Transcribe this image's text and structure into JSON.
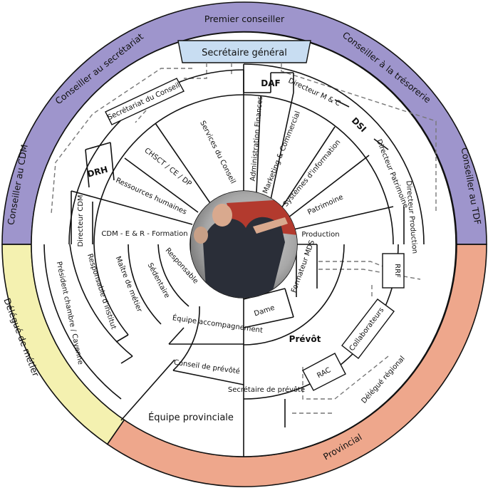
{
  "colors": {
    "top_ring": "#9e95cc",
    "bottom_right_ring": "#eea78c",
    "bottom_left_ring": "#f4f1b0",
    "top_box": "#c8ddf2",
    "lines": "#111111",
    "dashed": "#777777"
  },
  "outer_ring": {
    "premier": "Premier conseiller",
    "secretariat": "Conseiller au secrétariat",
    "tresorerie": "Conseiller à la trésorerie",
    "cdm": "Conseiller au CDM",
    "tdf": "Conseiller au TDF",
    "delegue_metier": "Délégué de métier",
    "provincial": "Provincial"
  },
  "top_box_label": "Secrétaire général",
  "upper": {
    "secretariat_conseil": "Secrétariat du Conseil",
    "services_conseil": "Services du Conseil",
    "chsct": "CHSCT / CE / DP",
    "drh": "DRH",
    "ressources_humaines": "Ressources humaines",
    "directeur_cdm": "Directeur CDM",
    "cdm_formation": "CDM - E & R - Formation",
    "daf": "DAF",
    "administration_finances": "Administration Finances",
    "directeur_mc": "Directeur M & C",
    "marketing": "Marketing & Commercial",
    "dsi": "DSI",
    "systemes_info": "Systèmes d'information",
    "directeur_patrimoine": "Directeur Patrimoine",
    "patrimoine": "Patrimoine",
    "directeur_production": "Directeur Production",
    "production": "Production"
  },
  "lower": {
    "president_chambre": "Président chambre / Cayenne",
    "responsable_institut": "Responsable d'institut",
    "maitre_metier": "Maître de métier",
    "sedentaire": "Sédentaire",
    "responsable": "Responsable",
    "equipe_accompagnement": "Équipe accompagnement",
    "conseil_prevote": "Conseil de prévôté",
    "equipe_provinciale": "Équipe provinciale",
    "formateur_mds": "Formateur MDS",
    "rrf": "RRF",
    "dame": "Dame",
    "prevot": "Prévôt",
    "collaborateurs": "Collaborateurs",
    "rac": "RAC",
    "secretaire_prevote": "Secrétaire de prévôté",
    "delegue_regional": "Délégué régional"
  },
  "photo": {
    "icon": "presenter-photo"
  }
}
